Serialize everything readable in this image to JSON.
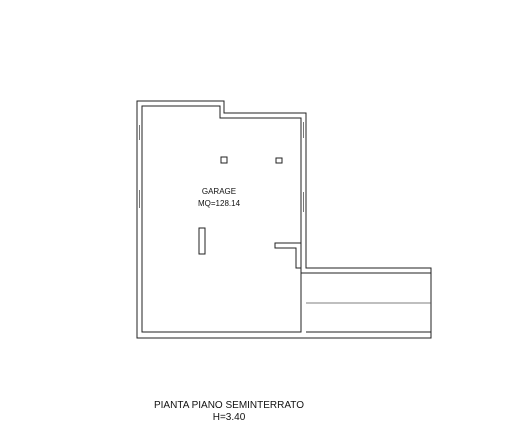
{
  "room": {
    "name": "GARAGE",
    "area": "MQ=128.14"
  },
  "caption": {
    "title": "PIANTA PIANO SEMINTERRATO",
    "height": "H=3.40"
  }
}
